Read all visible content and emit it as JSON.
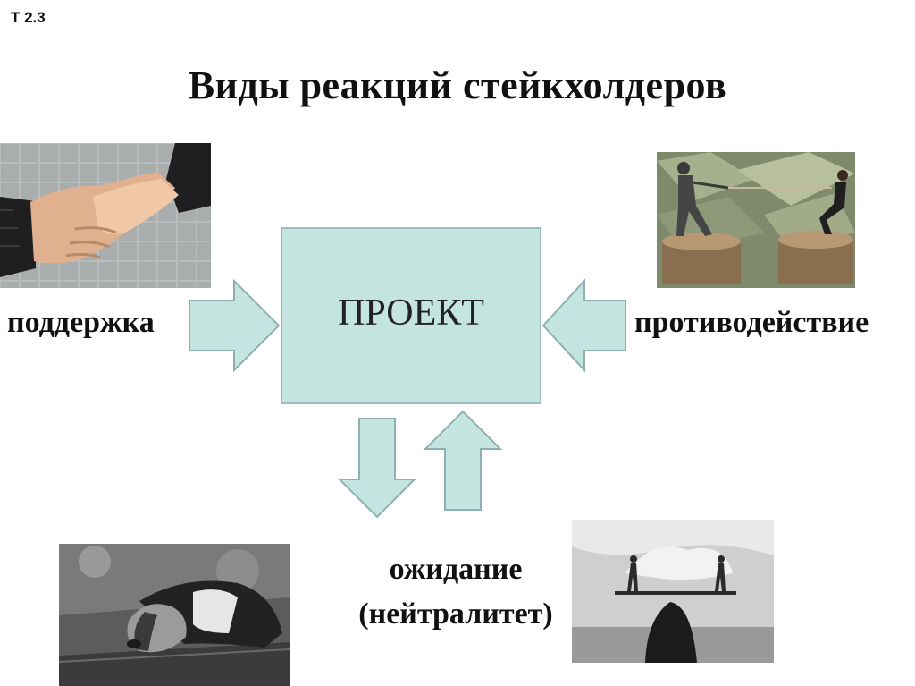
{
  "slide": {
    "id": "Т 2.3",
    "title": "Виды реакций стейкхолдеров"
  },
  "diagram": {
    "center": "ПРОЕКТ",
    "support_label": "поддержка",
    "opposition_label": "противодействие",
    "waiting_label_line1": "ожидание",
    "waiting_label_line2": "(нейтралитет)"
  },
  "colors": {
    "box_fill": "#c4e4e0",
    "box_border": "#9fbcbd",
    "arrow_fill": "#c4e4e0",
    "arrow_stroke": "#8fb0b0"
  },
  "images": {
    "top_left": "handshake-photo",
    "top_right": "tug-of-war-photo",
    "bottom_left": "sleeping-dog-photo",
    "bottom_right": "balance-on-rock-photo"
  }
}
